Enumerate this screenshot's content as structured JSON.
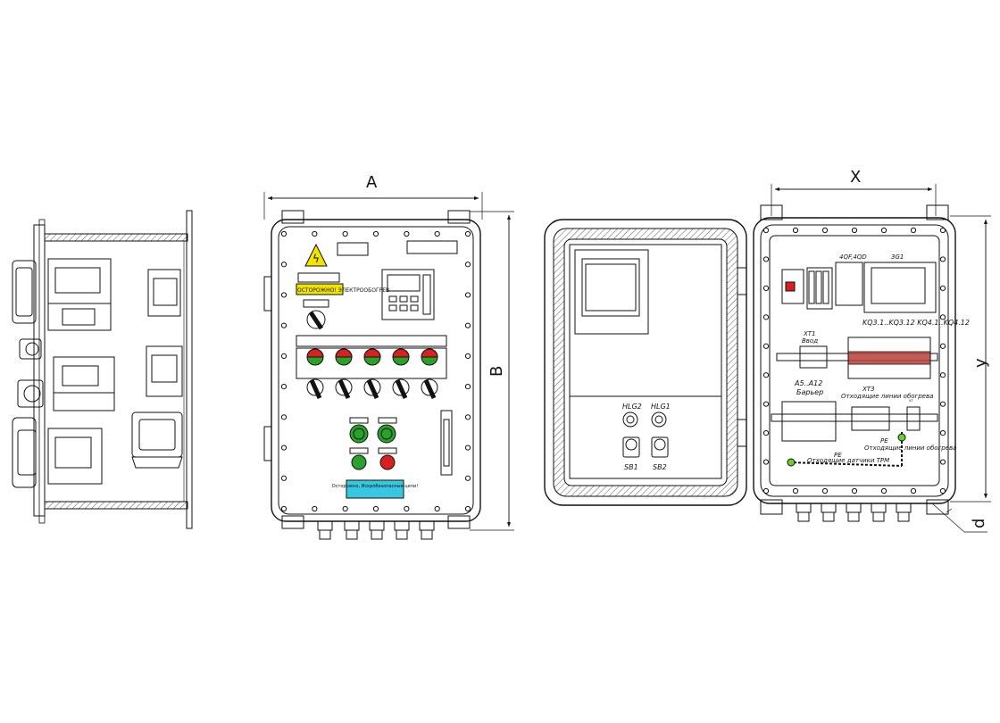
{
  "dimensions": {
    "front_width": "A",
    "front_height": "B",
    "open_width": "X",
    "open_height": "y",
    "mount_hole": "d"
  },
  "front_panel": {
    "warning_plate_1": "ОСТОРОЖНО! ЭЛЕКТРООБОГРЕВ",
    "warning_plate_2": "Осторожно, Искробезопасные цепи!"
  },
  "door_labels": {
    "hlg2": "HLG2",
    "hlg1": "HLG1",
    "sb1": "SB1",
    "sb2": "SB2"
  },
  "internal_labels": {
    "qf_group": "4QF,4QD",
    "power_supply": "3G1",
    "kq_relays": "KQ3.1..KQ3.12 KQ4.1..KQ4.12",
    "xt1_name": "XT1",
    "xt1_desc": "Ввод",
    "barrier_name": "A5..A12",
    "barrier_desc": "Барьер",
    "xt3_name": "XT3",
    "xt3_desc": "Отходящие линии обогрева",
    "pe_1": "PE",
    "pe_1_desc": "Отходящие датчики ТРМ",
    "pe_2": "PE",
    "pe_2_desc": "Отходящие линии обогрева",
    "xt_small": "XT"
  },
  "colors": {
    "line": "#111111",
    "signal_green": "#2aa12a",
    "signal_red": "#d92020",
    "warning_yellow": "#f2e400",
    "info_cyan": "#37c7e0",
    "terminal_red": "#b8403a",
    "pe_green": "#6bcf2e"
  }
}
